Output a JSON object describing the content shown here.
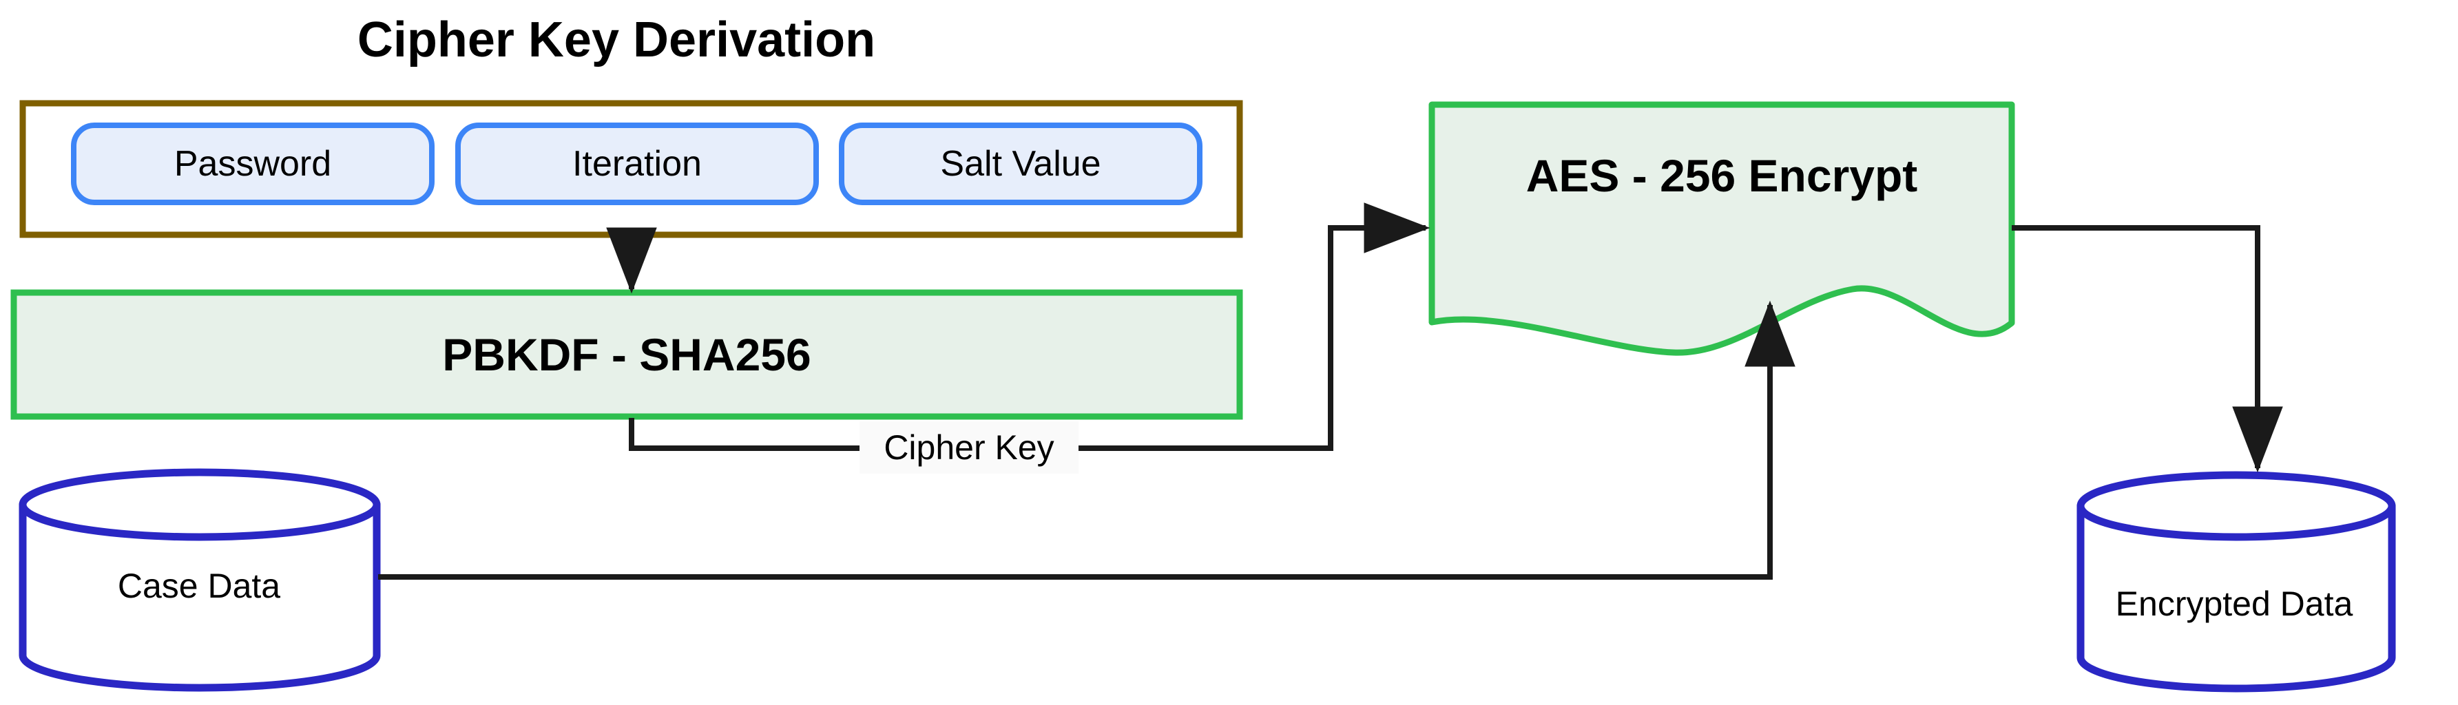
{
  "diagram": {
    "title": "Cipher Key Derivation",
    "type": "flowchart",
    "background_color": "#ffffff",
    "colors": {
      "group_border": "#7F5F00",
      "group_fill": "#FFFFFF",
      "chip_border": "#3D85F7",
      "chip_fill": "#E7EEFB",
      "process_border": "#2FBF4F",
      "process_fill": "#E7F1E9",
      "cylinder_border": "#2A27C4",
      "cylinder_fill": "#FFFFFF",
      "connector": "#1A1A1A",
      "text": "#000000"
    },
    "group_box": {
      "name": "cipher-key-derivation-group",
      "label": "Cipher Key Derivation",
      "chips": [
        {
          "label": "Password"
        },
        {
          "label": "Iteration"
        },
        {
          "label": "Salt Value"
        }
      ]
    },
    "nodes": [
      {
        "id": "pbkdf",
        "label": "PBKDF - SHA256",
        "shape": "rectangle"
      },
      {
        "id": "aes",
        "label": "AES - 256 Encrypt",
        "shape": "document-wave"
      },
      {
        "id": "case-data",
        "label": "Case Data",
        "shape": "cylinder"
      },
      {
        "id": "encrypted-data",
        "label": "Encrypted Data",
        "shape": "cylinder"
      }
    ],
    "edges": [
      {
        "from": "cipher-key-derivation-group",
        "to": "pbkdf",
        "label": "",
        "arrow": true
      },
      {
        "from": "pbkdf",
        "to": "aes",
        "label": "Cipher Key",
        "arrow": true
      },
      {
        "from": "case-data",
        "to": "aes",
        "label": "",
        "arrow": true
      },
      {
        "from": "aes",
        "to": "encrypted-data",
        "label": "",
        "arrow": true
      }
    ],
    "edge_labels": {
      "cipher_key": "Cipher Key"
    }
  }
}
